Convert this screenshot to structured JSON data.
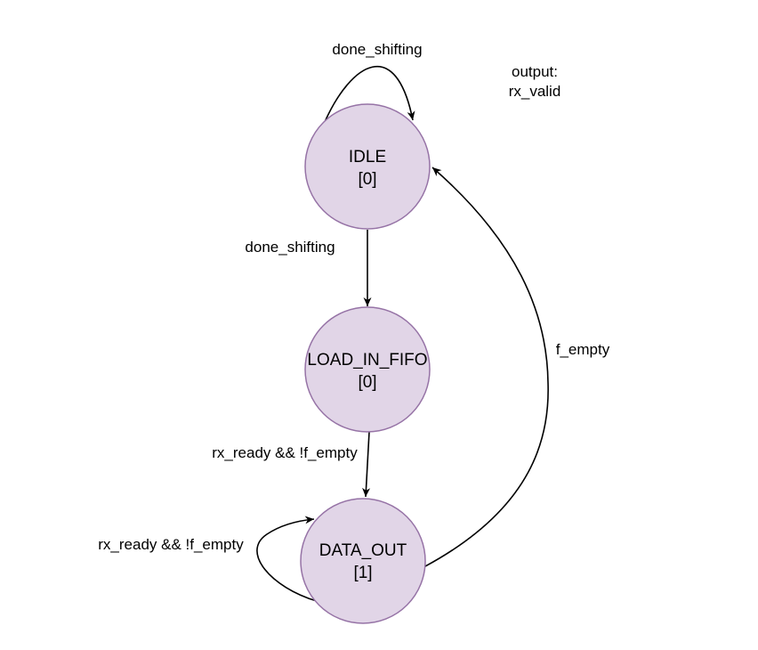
{
  "diagram": {
    "note": {
      "line1": "output:",
      "line2": "rx_valid"
    },
    "states": {
      "idle": {
        "name": "IDLE",
        "output": "[0]"
      },
      "load_in_fifo": {
        "name": "LOAD_IN_FIFO",
        "output": "[0]"
      },
      "data_out": {
        "name": "DATA_OUT",
        "output": "[1]"
      }
    },
    "transitions": {
      "idle_self": "done_shifting",
      "idle_to_load": "done_shifting",
      "load_to_data": "rx_ready && !f_empty",
      "data_self": "rx_ready && !f_empty",
      "data_to_idle": "f_empty"
    },
    "colors": {
      "state_fill": "#e1d5e7",
      "state_stroke": "#9673a6",
      "edge": "#000000"
    }
  }
}
